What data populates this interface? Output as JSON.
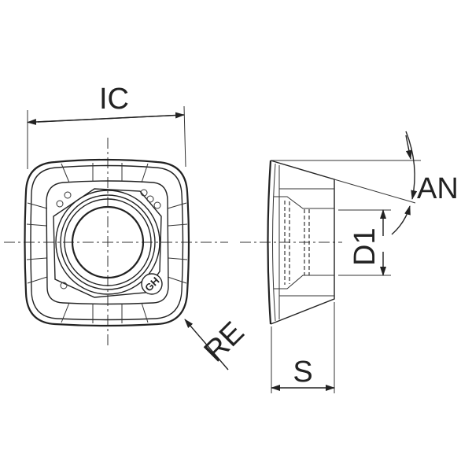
{
  "labels": {
    "ic": "IC",
    "re": "RE",
    "an": "AN",
    "d1": "D1",
    "s": "S",
    "marking": "GH"
  },
  "colors": {
    "line": "#222222",
    "background": "#ffffff"
  }
}
